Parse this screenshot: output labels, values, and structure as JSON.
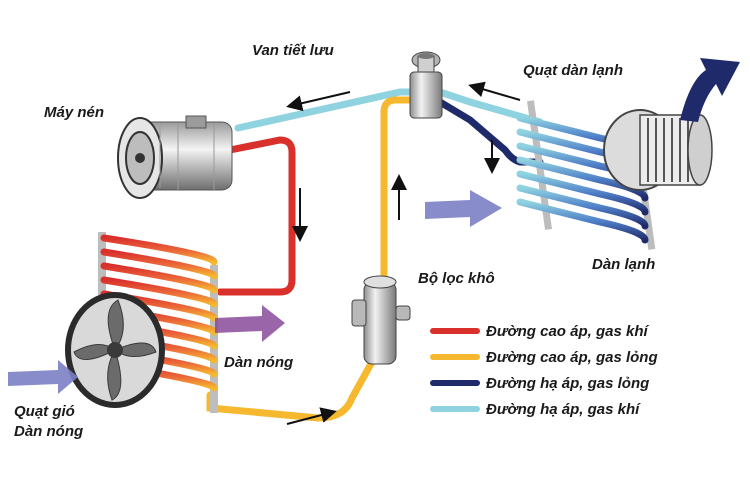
{
  "labels": {
    "expansion_valve": "Van tiết lưu",
    "compressor": "Máy nén",
    "evaporator_fan": "Quạt dàn lạnh",
    "evaporator": "Dàn lạnh",
    "receiver_drier": "Bộ lọc khô",
    "condenser": "Dàn nóng",
    "condenser_fan_line1": "Quạt gió",
    "condenser_fan_line2": "Dàn nóng"
  },
  "legend": [
    {
      "label": "Đường cao áp, gas khí",
      "color": "#d9302c"
    },
    {
      "label": "Đường cao áp, gas lỏng",
      "color": "#f5b82e"
    },
    {
      "label": "Đường hạ áp, gas lỏng",
      "color": "#1f2a6b"
    },
    {
      "label": "Đường hạ áp, gas khí",
      "color": "#8fd3e0"
    }
  ],
  "colors": {
    "high_gas": "#d9302c",
    "high_liquid": "#f5b82e",
    "low_liquid": "#1f2a6b",
    "low_gas": "#8fd3e0",
    "airflow_in": "#7b7fc4",
    "airflow_out": "#1f2a6b",
    "metal": "#cfcfcf"
  }
}
